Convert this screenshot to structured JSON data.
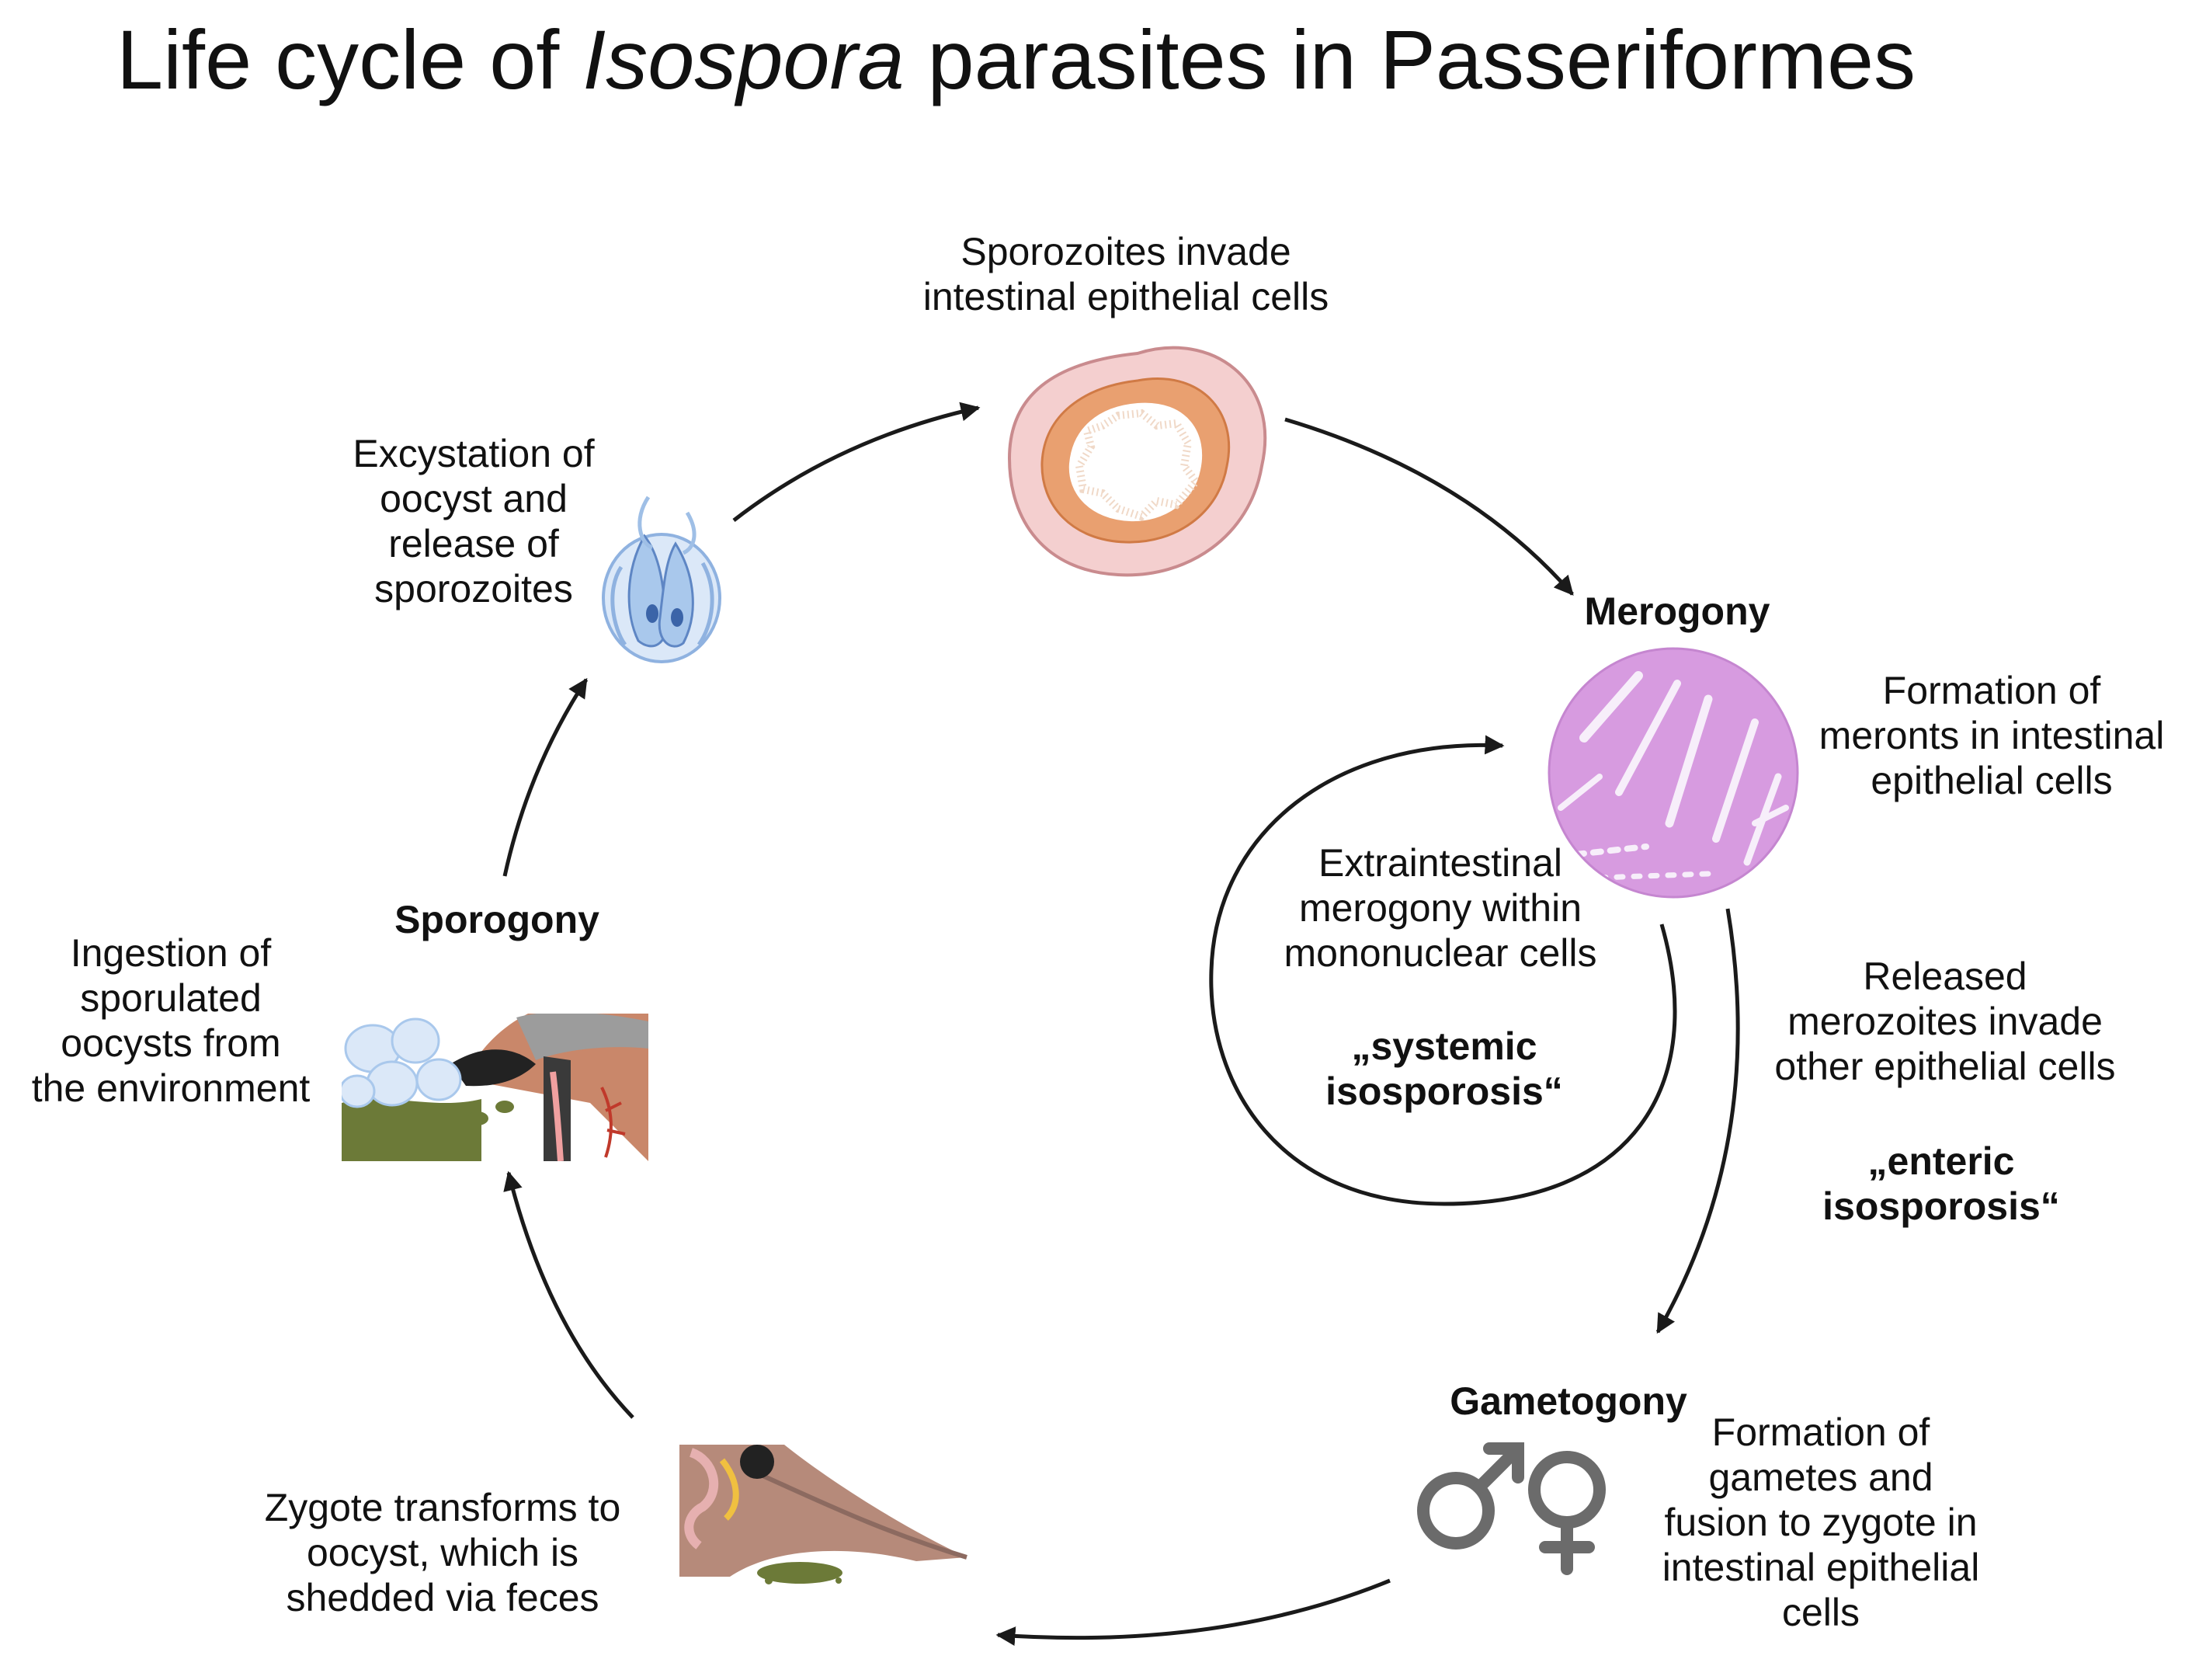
{
  "title": {
    "prefix": "Life cycle of ",
    "italic": "Isospora",
    "suffix": " parasites in Passeriformes"
  },
  "labels": {
    "sporozoites_invade": [
      "Sporozoites invade",
      "intestinal epithelial cells"
    ],
    "excystation": [
      "Excystation of",
      "oocyst and",
      "release of",
      "sporozoites"
    ],
    "merogony": "Merogony",
    "formation_meronts": [
      "Formation of",
      "meronts in intestinal",
      "epithelial cells"
    ],
    "extraintestinal": [
      "Extraintestinal",
      "merogony within",
      "mononuclear cells"
    ],
    "systemic": [
      "„systemic",
      "isosporosis“"
    ],
    "released_merozoites": [
      "Released",
      "merozoites  invade",
      "other epithelial cells"
    ],
    "enteric": [
      "„enteric",
      "isosporosis“"
    ],
    "sporogony": "Sporogony",
    "ingestion": [
      "Ingestion of",
      "sporulated",
      "oocysts from",
      "the environment"
    ],
    "gametogony": "Gametogony",
    "formation_gametes": [
      "Formation of",
      "gametes and",
      "fusion to zygote in",
      "intestinal epithelial",
      "cells"
    ],
    "zygote": [
      "Zygote transforms to",
      "oocyst, which is",
      "shedded via feces"
    ]
  },
  "icons": {
    "sporozoites": "sporozoite-oocyst-icon",
    "intestine": "intestine-cross-section-icon",
    "histology": "merogony-histology-icon",
    "bird_ingestion": "bird-ingesting-oocysts-icon",
    "bird_feces": "bird-shedding-feces-icon",
    "gender": "male-female-symbol-icon"
  },
  "colors": {
    "arrow": "#1a1a1a",
    "intestine_outer": "#f4cfcf",
    "intestine_muscle": "#e9a070",
    "histology": "#d79be0",
    "sporozoite": "#a9c8ec",
    "gender_symbol": "#6b6b6b"
  }
}
